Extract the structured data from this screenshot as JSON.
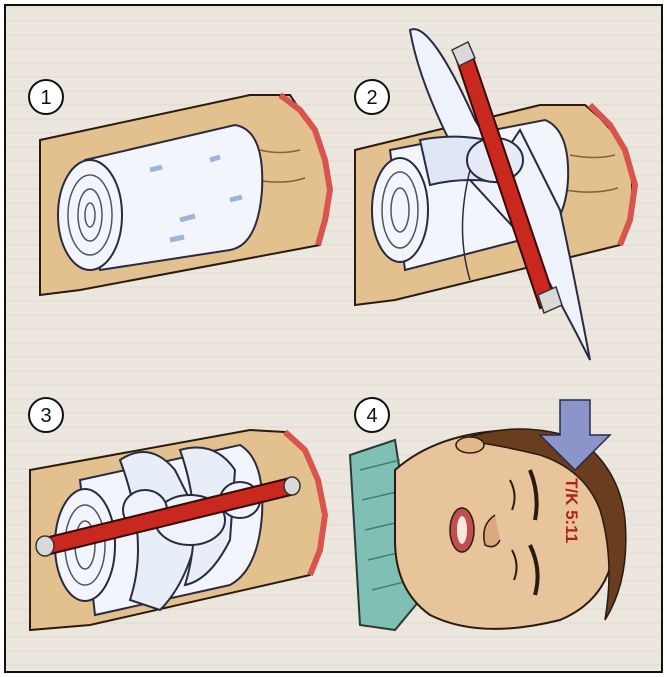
{
  "steps": [
    {
      "number": "1"
    },
    {
      "number": "2"
    },
    {
      "number": "3"
    },
    {
      "number": "4",
      "forehead_marking": "T/K 5:11"
    }
  ],
  "colors": {
    "frame": "#111111",
    "paper_bg": "#ece7df",
    "skin": "#e3c18f",
    "skin_shadow": "#c79a62",
    "wound": "#d9534f",
    "bandage": "#f2f5fb",
    "bandage_shadow": "#9fb3d6",
    "stick_red": "#c8281e",
    "stick_cap": "#d9d9d9",
    "arrow": "#8c95c9",
    "blanket": "#7fbfb4",
    "hair": "#6b3d1f",
    "marking": "#b02020"
  }
}
